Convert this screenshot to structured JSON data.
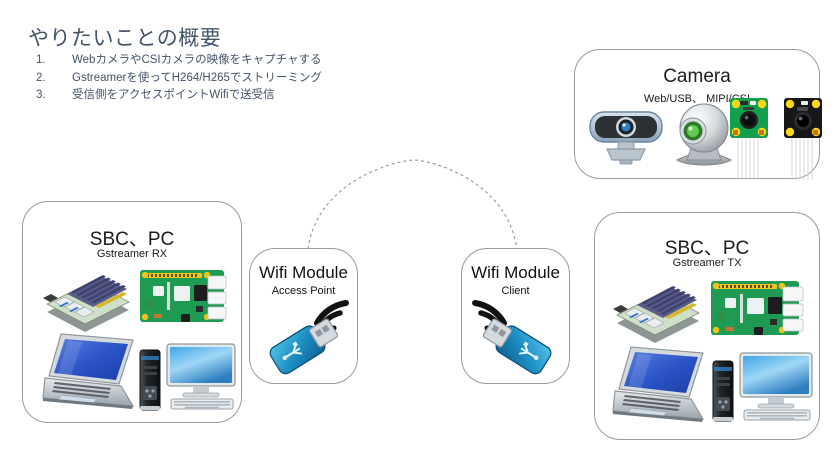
{
  "heading": {
    "title": "やりたいことの概要",
    "items": [
      {
        "num": "1.",
        "text": "WebカメラやCSIカメラの映像をキャプチャする"
      },
      {
        "num": "2.",
        "text": "Gstreamerを使ってH264/H265でストリーミング"
      },
      {
        "num": "3.",
        "text": "受信側をアクセスポイントWifiで送受信"
      }
    ]
  },
  "camera_box": {
    "title": "Camera",
    "subtitle": "Web/USB、 MIPI/CSI",
    "devices": [
      {
        "name": "usb-webcam-bar-icon",
        "label": "USB Webcam"
      },
      {
        "name": "ball-webcam-icon",
        "label": "Ball Webcam"
      },
      {
        "name": "csi-camera-green-icon",
        "label": "CSI Camera Module (green)"
      },
      {
        "name": "csi-camera-black-icon",
        "label": "CSI Camera Module (black)"
      }
    ]
  },
  "sbc_rx": {
    "title": "SBC、PC",
    "subtitle": "Gstreamer RX",
    "devices": [
      {
        "name": "jetson-board-icon",
        "label": "Jetson SBC"
      },
      {
        "name": "raspberry-pi-board-icon",
        "label": "Raspberry Pi"
      },
      {
        "name": "laptop-icon",
        "label": "Laptop PC"
      },
      {
        "name": "desktop-tower-icon",
        "label": "Desktop Tower"
      },
      {
        "name": "desktop-monitor-icon",
        "label": "Desktop Monitor"
      }
    ]
  },
  "sbc_tx": {
    "title": "SBC、PC",
    "subtitle": "Gstreamer TX",
    "devices": [
      {
        "name": "jetson-board-icon",
        "label": "Jetson SBC"
      },
      {
        "name": "raspberry-pi-board-icon",
        "label": "Raspberry Pi"
      },
      {
        "name": "laptop-icon",
        "label": "Laptop PC"
      },
      {
        "name": "desktop-tower-icon",
        "label": "Desktop Tower"
      },
      {
        "name": "desktop-monitor-icon",
        "label": "Desktop Monitor"
      }
    ]
  },
  "wifi_ap": {
    "title": "Wifi Module",
    "subtitle": "Access Point",
    "dongle": "usb-wifi-dongle-icon",
    "waves": "wifi-waves-icon"
  },
  "wifi_client": {
    "title": "Wifi Module",
    "subtitle": "Client",
    "dongle": "usb-wifi-dongle-icon",
    "waves": "wifi-waves-icon"
  },
  "link": {
    "name": "wireless-link-arc",
    "style": "dashed"
  },
  "colors": {
    "heading_text": "#44546a",
    "box_border": "#9a9a9a",
    "box_text": "#1b1b1b",
    "dongle_blue": "#2e9fd0",
    "pi_green": "#1f9a52",
    "screen_blue": "#2b64d9",
    "arc_gray": "#8a8a8a"
  }
}
